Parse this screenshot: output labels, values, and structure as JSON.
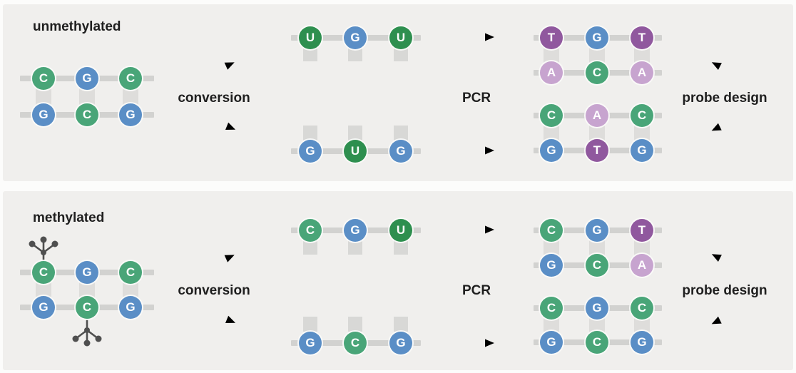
{
  "colors": {
    "base_C": "#49a578",
    "base_G": "#5a8ec6",
    "base_U": "#2e8f4f",
    "base_T": "#90589e",
    "base_A": "#c7a4cf",
    "arrow": "#6a6a6a",
    "methyl": "#4f4f4f",
    "panel_bg": "#f0efed",
    "page_bg": "#fcfcfb"
  },
  "sections": [
    {
      "label": "unmethylated",
      "step_labels": {
        "conversion": "conversion",
        "pcr": "PCR",
        "probe": "probe design"
      },
      "source": {
        "top": [
          "C",
          "G",
          "C"
        ],
        "bottom": [
          "G",
          "C",
          "G"
        ],
        "methylated_positions": []
      },
      "converted": [
        [
          "U",
          "G",
          "U"
        ],
        [
          "G",
          "U",
          "G"
        ]
      ],
      "products": [
        {
          "top": [
            "T",
            "G",
            "T"
          ],
          "bottom": [
            "A",
            "C",
            "A"
          ]
        },
        {
          "top": [
            "C",
            "A",
            "C"
          ],
          "bottom": [
            "G",
            "T",
            "G"
          ]
        }
      ]
    },
    {
      "label": "methylated",
      "step_labels": {
        "conversion": "conversion",
        "pcr": "PCR",
        "probe": "probe design"
      },
      "source": {
        "top": [
          "C",
          "G",
          "C"
        ],
        "bottom": [
          "G",
          "C",
          "G"
        ],
        "methylated_positions": [
          "top-0",
          "bottom-1"
        ]
      },
      "converted": [
        [
          "C",
          "G",
          "U"
        ],
        [
          "G",
          "C",
          "G"
        ]
      ],
      "products": [
        {
          "top": [
            "C",
            "G",
            "T"
          ],
          "bottom": [
            "G",
            "C",
            "A"
          ]
        },
        {
          "top": [
            "C",
            "G",
            "C"
          ],
          "bottom": [
            "G",
            "C",
            "G"
          ]
        }
      ]
    }
  ]
}
